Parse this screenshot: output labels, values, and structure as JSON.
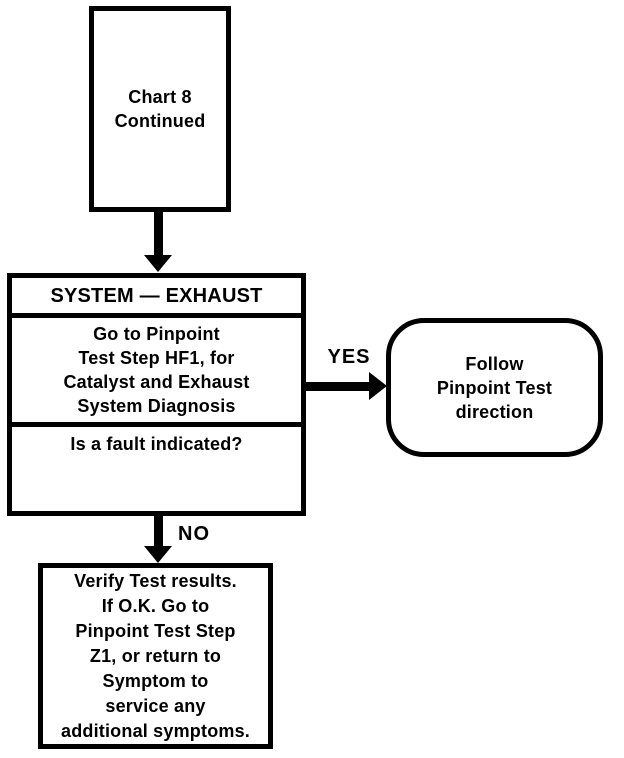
{
  "diagram": {
    "title": "Exhaust system diagnostic flowchart",
    "colors": {
      "stroke": "#000000",
      "background": "#ffffff"
    },
    "start": {
      "label": "Chart 8\nContinued"
    },
    "system_block": {
      "header": "SYSTEM — EXHAUST",
      "action": "Go to Pinpoint\nTest Step HF1, for\nCatalyst and Exhaust\nSystem Diagnosis",
      "question": "Is a fault indicated?"
    },
    "yes_branch": {
      "label": "YES",
      "terminal": "Follow\nPinpoint Test\ndirection"
    },
    "no_branch": {
      "label": "NO",
      "action": "Verify Test results.\nIf O.K. Go to\nPinpoint Test Step\nZ1, or return to\nSymptom to\nservice any\nadditional symptoms."
    }
  }
}
